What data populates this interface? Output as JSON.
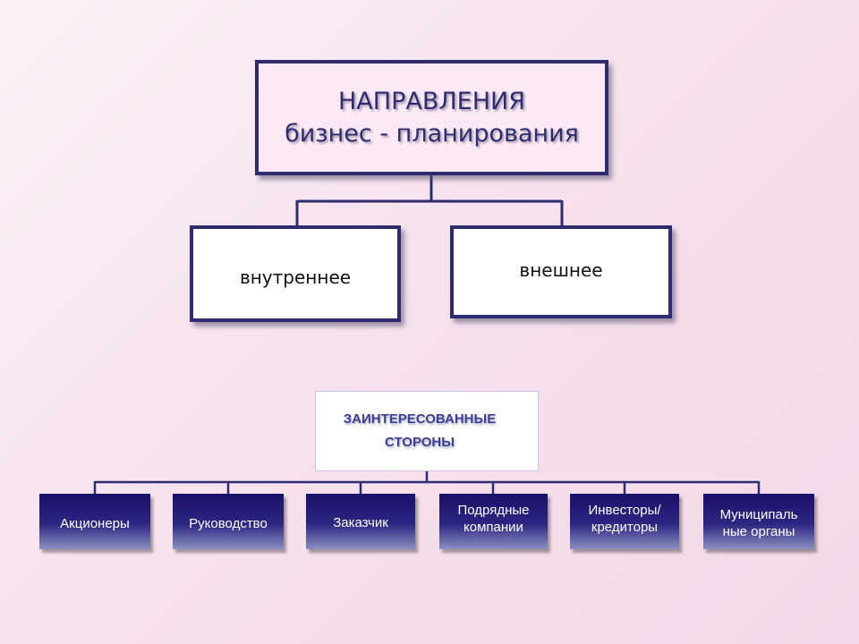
{
  "direction": {
    "title_line1": "НАПРАВЛЕНИЯ",
    "title_line2": "бизнес - планирования",
    "internal": "внутреннее",
    "external": "внешнее"
  },
  "stakeholders": {
    "title_line1": "ЗАИНТЕРЕСОВАННЫЕ",
    "title_line2": "СТОРОНЫ",
    "items": [
      {
        "line1": "Акционеры",
        "line2": ""
      },
      {
        "line1": "Руководство",
        "line2": ""
      },
      {
        "line1": "Заказчик",
        "line2": ""
      },
      {
        "line1": "Подрядные",
        "line2": "компании"
      },
      {
        "line1": "Инвесторы/",
        "line2": "кредиторы"
      },
      {
        "line1": "Муниципаль",
        "line2": "ные органы"
      }
    ]
  },
  "colors": {
    "box_border": "#2e2c6e",
    "leaf_fill": "#1b0f69",
    "stakeholder_text": "#3b3f95"
  }
}
